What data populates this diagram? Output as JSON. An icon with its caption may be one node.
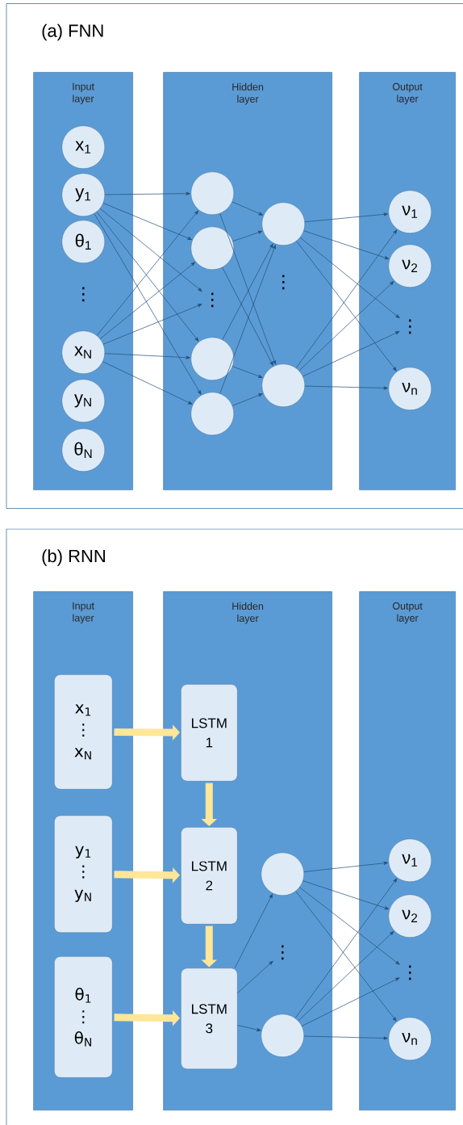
{
  "diagram": {
    "nodes": [
      {
        "text": [
          "(a) FNN"
        ]
      },
      {
        "text": [
          "Input layer"
        ],
        "in": 0
      },
      {
        "text": [
          "Hidden layer"
        ],
        "in": 0
      },
      {
        "text": [
          "Output layer"
        ],
        "in": 0
      },
      {
        "text": [
          "x$_{1}$"
        ],
        "in": 1
      },
      {
        "text": [
          "y$_{1}$"
        ],
        "in": 1
      },
      {
        "text": [
          "θ$_{1}$"
        ],
        "in": 1
      },
      {
        "text": [
          "⋮"
        ],
        "in": 1
      },
      {
        "text": [
          "x$_{N}$"
        ],
        "in": 1
      },
      {
        "text": [
          "y$_{N}$"
        ],
        "in": 1
      },
      {
        "text": [
          "θ$_{N}$"
        ],
        "in": 1
      },
      {
        "text": [],
        "shape": "circle",
        "in": 2
      },
      {
        "text": [],
        "shape": "circle",
        "in": 2
      },
      {
        "text": [
          "⋮"
        ],
        "in": 2
      },
      {
        "text": [],
        "shape": "circle",
        "in": 2
      },
      {
        "text": [],
        "shape": "circle",
        "in": 2
      },
      {
        "text": [],
        "shape": "circle",
        "in": 2
      },
      {
        "text": [
          "⋮"
        ],
        "in": 2
      },
      {
        "text": [],
        "shape": "circle",
        "in": 2
      },
      {
        "text": [
          "ν$_{1}$"
        ],
        "in": 3
      },
      {
        "text": [
          "ν$_{2}$"
        ],
        "in": 3
      },
      {
        "text": [
          "⋮"
        ],
        "in": 3
      },
      {
        "text": [
          "ν$_{n}$"
        ],
        "in": 3
      },
      {
        "text": [
          "(b) RNN"
        ]
      },
      {
        "text": [
          "Input layer"
        ],
        "in": 23
      },
      {
        "text": [
          "Hidden layer"
        ],
        "in": 23
      },
      {
        "text": [
          "Output layer"
        ],
        "in": 23
      },
      {
        "text": [
          "x$_{1}$",
          "⋮",
          "x$_{N}$"
        ],
        "in": 24
      },
      {
        "text": [
          "y$_{1}$",
          "⋮",
          "y$_{N}$"
        ],
        "in": 24
      },
      {
        "text": [
          "θ$_{1}$",
          "⋮",
          "θ$_{N}$"
        ],
        "in": 24
      },
      {
        "text": [
          "LSTM 1"
        ],
        "in": 25
      },
      {
        "text": [
          "LSTM 2"
        ],
        "in": 25
      },
      {
        "text": [
          "LSTM 3"
        ],
        "in": 25
      },
      {
        "text": [],
        "shape": "circle",
        "in": 25
      },
      {
        "text": [
          "⋮"
        ],
        "in": 25
      },
      {
        "text": [],
        "shape": "circle",
        "in": 25
      },
      {
        "text": [
          "ν$_{1}$"
        ],
        "in": 26
      },
      {
        "text": [
          "ν$_{2}$"
        ],
        "in": 26
      },
      {
        "text": [
          "⋮"
        ],
        "in": 26
      },
      {
        "text": [
          "ν$_{n}$"
        ],
        "in": 26
      }
    ],
    "edges": [
      {
        "from": 5,
        "to": 11,
        "arrow": "to"
      },
      {
        "from": 5,
        "to": 12,
        "arrow": "to"
      },
      {
        "from": 5,
        "to": 13,
        "arrow": "to"
      },
      {
        "from": 5,
        "to": 14,
        "arrow": "to"
      },
      {
        "from": 5,
        "to": 15,
        "arrow": "to"
      },
      {
        "from": 8,
        "to": 11,
        "arrow": "to"
      },
      {
        "from": 8,
        "to": 12,
        "arrow": "to"
      },
      {
        "from": 8,
        "to": 13,
        "arrow": "to"
      },
      {
        "from": 8,
        "to": 14,
        "arrow": "to"
      },
      {
        "from": 8,
        "to": 15,
        "arrow": "to"
      },
      {
        "from": 11,
        "to": 16,
        "arrow": "to"
      },
      {
        "from": 11,
        "to": 18,
        "arrow": "to"
      },
      {
        "from": 12,
        "to": 16,
        "arrow": "to"
      },
      {
        "from": 12,
        "to": 18,
        "arrow": "to"
      },
      {
        "from": 14,
        "to": 16,
        "arrow": "to"
      },
      {
        "from": 14,
        "to": 18,
        "arrow": "to"
      },
      {
        "from": 15,
        "to": 16,
        "arrow": "to"
      },
      {
        "from": 15,
        "to": 18,
        "arrow": "to"
      },
      {
        "from": 16,
        "to": 19,
        "arrow": "to"
      },
      {
        "from": 16,
        "to": 20,
        "arrow": "to"
      },
      {
        "from": 16,
        "to": 21,
        "arrow": "to"
      },
      {
        "from": 16,
        "to": 22,
        "arrow": "to"
      },
      {
        "from": 18,
        "to": 19,
        "arrow": "to"
      },
      {
        "from": 18,
        "to": 20,
        "arrow": "to"
      },
      {
        "from": 18,
        "to": 21,
        "arrow": "to"
      },
      {
        "from": 18,
        "to": 22,
        "arrow": "to"
      },
      {
        "from": 27,
        "to": 30,
        "arrow": "to",
        "style": "thick",
        "color": "#ffe699"
      },
      {
        "from": 28,
        "to": 31,
        "arrow": "to",
        "style": "thick",
        "color": "#ffe699"
      },
      {
        "from": 29,
        "to": 32,
        "arrow": "to",
        "style": "thick",
        "color": "#ffe699"
      },
      {
        "from": 30,
        "to": 31,
        "arrow": "to",
        "style": "thick",
        "color": "#ffe699"
      },
      {
        "from": 31,
        "to": 32,
        "arrow": "to",
        "style": "thick",
        "color": "#ffe699"
      },
      {
        "from": 32,
        "to": 33,
        "arrow": "to"
      },
      {
        "from": 32,
        "to": 34,
        "arrow": "to"
      },
      {
        "from": 32,
        "to": 35,
        "arrow": "to"
      },
      {
        "from": 33,
        "to": 36,
        "arrow": "to"
      },
      {
        "from": 33,
        "to": 37,
        "arrow": "to"
      },
      {
        "from": 33,
        "to": 38,
        "arrow": "to"
      },
      {
        "from": 33,
        "to": 39,
        "arrow": "to"
      },
      {
        "from": 35,
        "to": 36,
        "arrow": "to"
      },
      {
        "from": 35,
        "to": 37,
        "arrow": "to"
      },
      {
        "from": 35,
        "to": 38,
        "arrow": "to"
      },
      {
        "from": 35,
        "to": 39,
        "arrow": "to"
      }
    ]
  }
}
